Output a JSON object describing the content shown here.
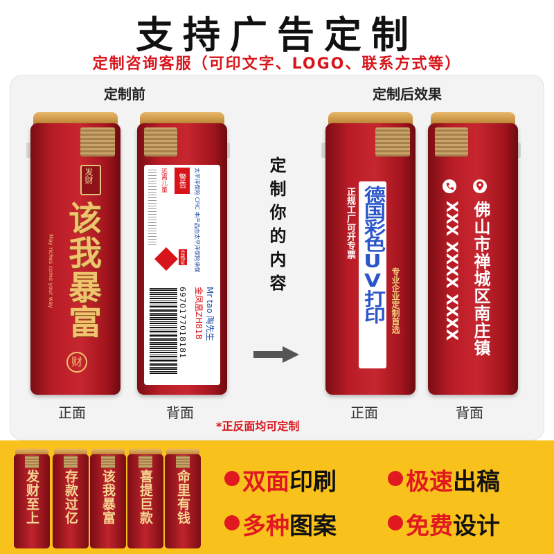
{
  "header": {
    "title": "支持广告定制",
    "subtitle": "定制咨询客服（可印文字、LOGO、联系方式等）"
  },
  "sections": {
    "before_label": "定制前",
    "after_label": "定制后效果",
    "middle_text": "定制你的内容",
    "front_label_1": "正面",
    "back_label_1": "背面",
    "front_label_2": "正面",
    "back_label_2": "背面",
    "note": "*正反面均可定制"
  },
  "before_front": {
    "badge": "发财",
    "slogan": "该我暴富",
    "english": "May riches come your way",
    "seal": "财"
  },
  "before_back": {
    "warning": "警告",
    "keep_away": "远离儿童",
    "insurer": "太平洋保险 CPIC 本产品由太平洋保险承保",
    "name": "Mr tao 陶先生",
    "model": "金凤凰ZH818",
    "barcode": "6970177018181",
    "small_tag": "合格证"
  },
  "after_front": {
    "line1": "德国彩色UV打印",
    "line2": "正规工厂可开专票",
    "line3": "专业企业定制首选"
  },
  "after_back": {
    "address": "佛山市禅城区南庄镇",
    "phone": "XXX XXXX XXXX"
  },
  "minis": [
    "发财至上",
    "存款过亿",
    "该我暴富",
    "喜提巨款",
    "命里有钱"
  ],
  "features": {
    "f1_hl": "双面",
    "f1_rest": "印刷",
    "f2_hl": "极速",
    "f2_rest": "出稿",
    "f3_hl": "多种",
    "f3_rest": "图案",
    "f4_hl": "免费",
    "f4_rest": "设计"
  },
  "colors": {
    "accent_red": "#e0181f",
    "lighter_red": "#b81c26",
    "gold": "#e8b76a",
    "banner_yellow": "#f9c11c",
    "uv_blue": "#2b55c9"
  }
}
